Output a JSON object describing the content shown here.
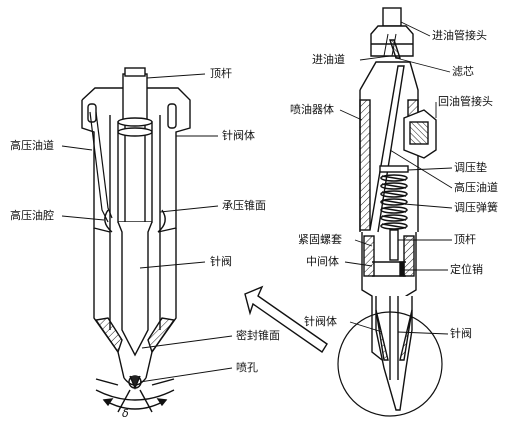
{
  "left_figure": {
    "labels": {
      "top_rod": "顶杆",
      "needle_body": "针阀体",
      "hp_channel": "高压油道",
      "pressure_cone": "承压锥面",
      "hp_chamber": "高压油腔",
      "needle_valve": "针阀",
      "seal_cone": "密封锥面",
      "nozzle_hole": "喷孔"
    },
    "angle_symbol": "δ"
  },
  "right_figure": {
    "labels": {
      "inlet_fitting": "进油管接头",
      "inlet_channel": "进油道",
      "filter_core": "滤芯",
      "injector_body": "喷油器体",
      "return_fitting": "回油管接头",
      "adjust_shim": "调压垫",
      "hp_channel": "高压油道",
      "pressure_spring": "调压弹簧",
      "tight_nut": "紧固螺套",
      "top_rod": "顶杆",
      "middle_body": "中间体",
      "locating_pin": "定位销",
      "needle_body": "针阀体",
      "needle_valve": "针阀"
    }
  }
}
